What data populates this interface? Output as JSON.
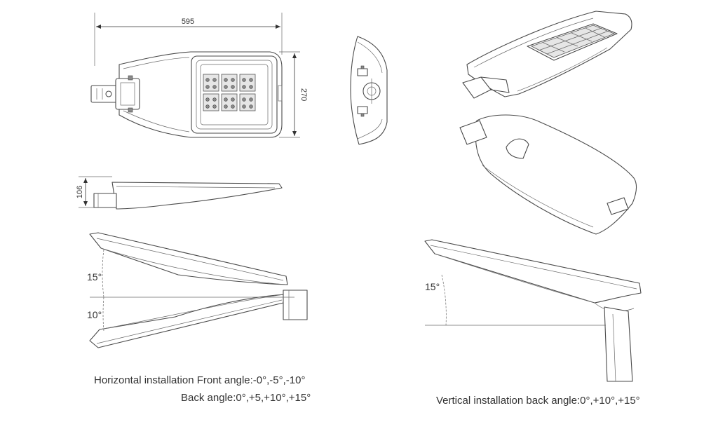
{
  "dimensions": {
    "length": "595",
    "width": "270",
    "height": "106"
  },
  "angles": {
    "horizontal_up": "15°",
    "horizontal_down": "10°",
    "vertical_up": "15°"
  },
  "captions": {
    "horizontal_line1": "Horizontal installation Front angle:-0°,-5°,-10°",
    "horizontal_line2": "Back angle:0°,+5,+10°,+15°",
    "vertical": "Vertical installation back angle:0°,+10°,+15°"
  },
  "colors": {
    "line": "#4a4a4a",
    "text": "#333333",
    "background": "#ffffff"
  }
}
